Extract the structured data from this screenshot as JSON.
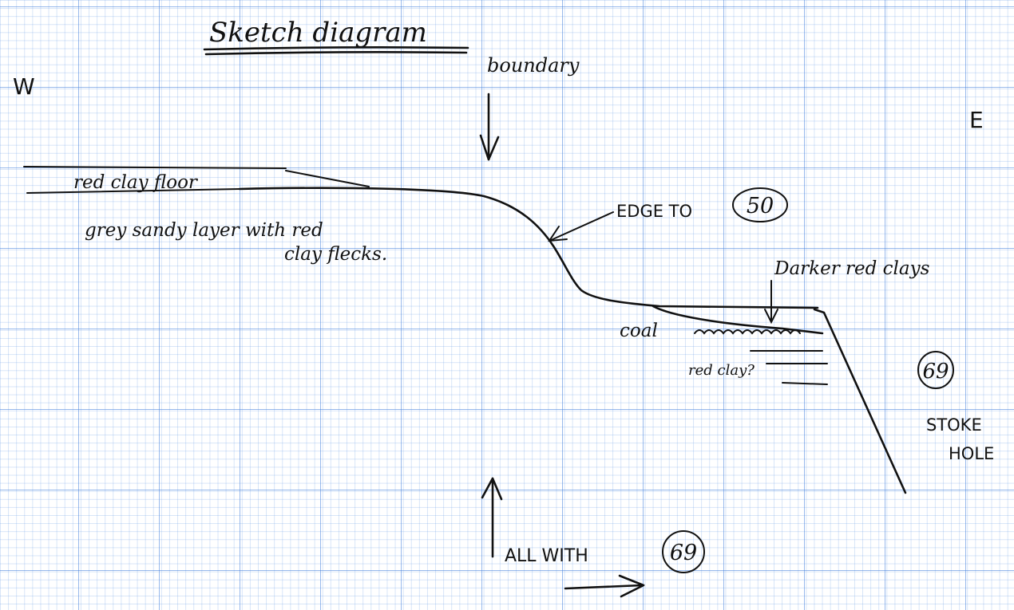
{
  "title": "Sketch diagram",
  "compass": {
    "west": "W",
    "east": "E"
  },
  "labels": {
    "boundary": "boundary",
    "red_clay_floor": "red clay floor",
    "grey_sandy_1": "grey sandy layer with red",
    "grey_sandy_2": "clay flecks.",
    "edge_to": "EDGE TO",
    "edge_to_num": "50",
    "darker_red_clays": "Darker red clays",
    "coal": "coal",
    "red_clay_q": "red clay?",
    "stokehole_num": "69",
    "stokehole_1": "STOKE",
    "stokehole_2": "HOLE",
    "all_with": "ALL WITH",
    "all_with_num": "69"
  },
  "colors": {
    "ink": "#111111",
    "grid": "#4682dc",
    "paper": "#ffffff"
  }
}
